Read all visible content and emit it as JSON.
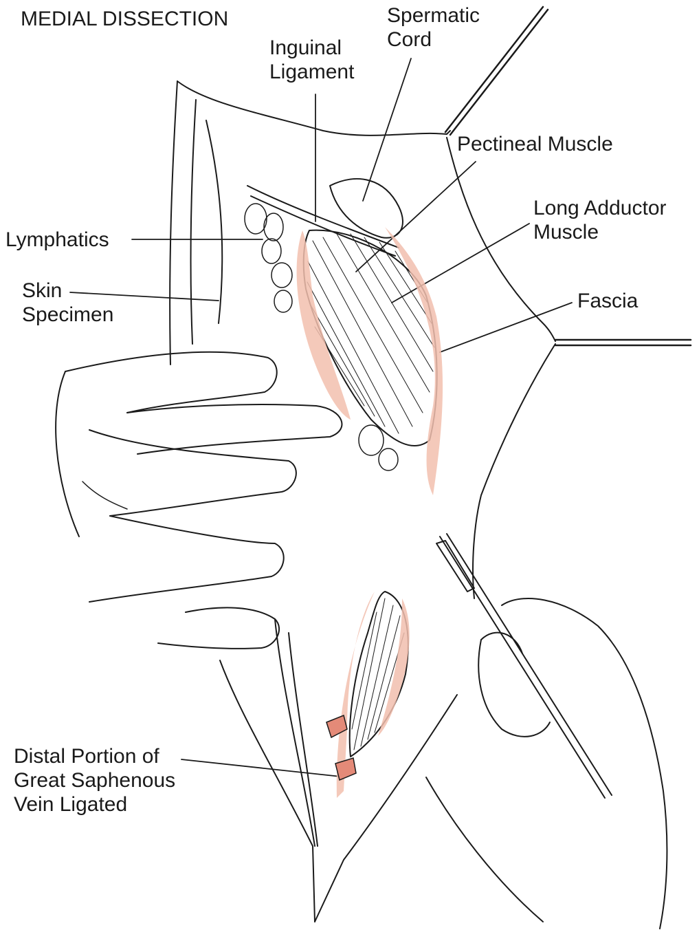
{
  "title": "MEDIAL DISSECTION",
  "labels": {
    "spermatic_cord": [
      "Spermatic",
      "Cord"
    ],
    "inguinal_ligament": [
      "Inguinal",
      "Ligament"
    ],
    "pectineal_muscle": "Pectineal Muscle",
    "long_adductor_muscle": [
      "Long Adductor",
      "Muscle"
    ],
    "lymphatics": "Lymphatics",
    "skin_specimen": [
      "Skin",
      "Specimen"
    ],
    "fascia": "Fascia",
    "distal_saphenous": [
      "Distal Portion of",
      "Great Saphenous",
      "Vein Ligated"
    ]
  },
  "colors": {
    "ink": "#1a1a1a",
    "tissue_highlight": "#f2bfae",
    "ligature": "#e48a78"
  }
}
